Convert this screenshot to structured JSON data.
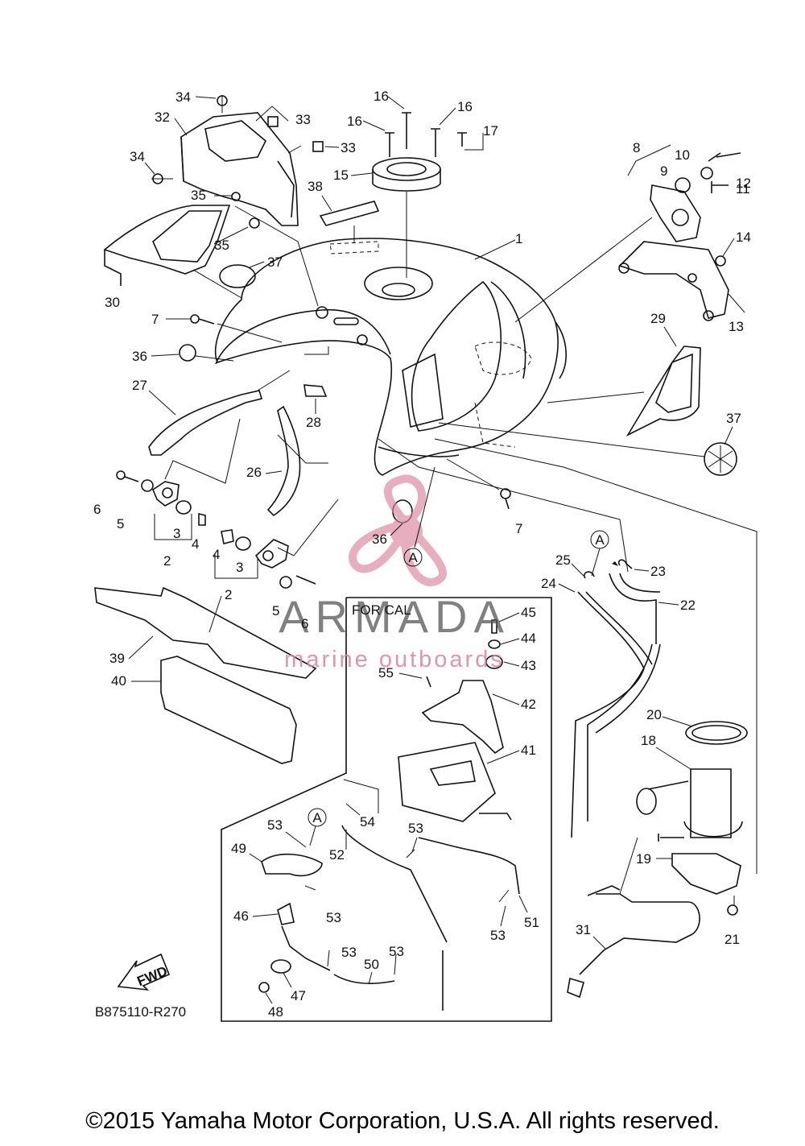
{
  "labels": {
    "l1": "1",
    "l2a": "2",
    "l2b": "2",
    "l3a": "3",
    "l3b": "3",
    "l4a": "4",
    "l4b": "4",
    "l5a": "5",
    "l5b": "5",
    "l6a": "6",
    "l6b": "6",
    "l7a": "7",
    "l7b": "7",
    "l8": "8",
    "l9": "9",
    "l10": "10",
    "l11": "11",
    "l12": "12",
    "l13": "13",
    "l14": "14",
    "l15": "15",
    "l16a": "16",
    "l16b": "16",
    "l16c": "16",
    "l17": "17",
    "l18": "18",
    "l19": "19",
    "l20": "20",
    "l21": "21",
    "l22": "22",
    "l23": "23",
    "l24": "24",
    "l25": "25",
    "l26": "26",
    "l27": "27",
    "l28": "28",
    "l29": "29",
    "l30": "30",
    "l31": "31",
    "l32": "32",
    "l33a": "33",
    "l33b": "33",
    "l34a": "34",
    "l34b": "34",
    "l35a": "35",
    "l35b": "35",
    "l36a": "36",
    "l36b": "36",
    "l37a": "37",
    "l37b": "37",
    "l38": "38",
    "l39": "39",
    "l40": "40",
    "l41": "41",
    "l42": "42",
    "l43": "43",
    "l44": "44",
    "l45": "45",
    "l46": "46",
    "l47": "47",
    "l48": "48",
    "l49": "49",
    "l50": "50",
    "l51": "51",
    "l52": "52",
    "l53a": "53",
    "l53b": "53",
    "l53c": "53",
    "l53d": "53",
    "l53e": "53",
    "l53f": "53",
    "l54": "54",
    "l55": "55"
  },
  "refs": {
    "a1": "A",
    "a2": "A",
    "a3": "A"
  },
  "inset_title": "FOR CAL",
  "fwd_label": "FWD",
  "diagram_code": "B875110-R270",
  "watermark": {
    "name": "ARMADA",
    "tagline": "marine outboards",
    "color": "#d9839c"
  },
  "copyright": "©2015 Yamaha Motor Corporation, U.S.A. All rights reserved."
}
